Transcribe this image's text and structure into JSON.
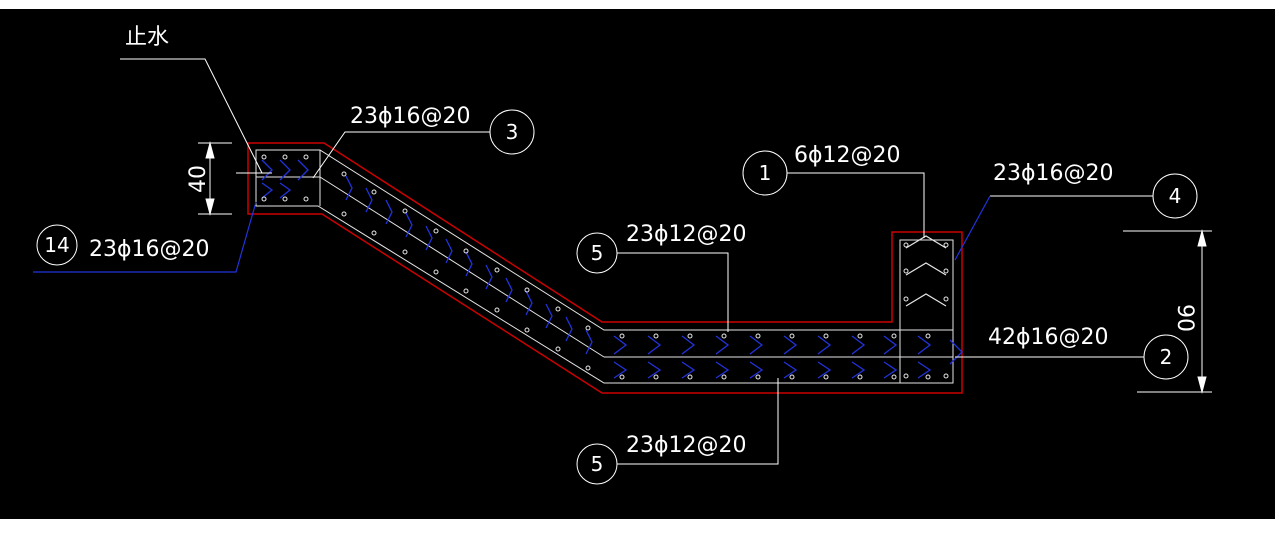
{
  "drawing": {
    "labels": {
      "waterstop": "止水",
      "dim_left": "40",
      "dim_right": "90",
      "callout_3_text": "23ϕ16@20",
      "callout_14_text": "23ϕ16@20",
      "callout_1_text": "6ϕ12@20",
      "callout_4_text": "23ϕ16@20",
      "callout_5_top_text": "23ϕ12@20",
      "callout_2_text": "42ϕ16@20",
      "callout_5_bottom_text": "23ϕ12@20"
    },
    "callouts": {
      "c3": "3",
      "c14": "14",
      "c1": "1",
      "c4": "4",
      "c5_top": "5",
      "c2": "2",
      "c5_bottom": "5"
    },
    "colors": {
      "background": "#000000",
      "outline": "#cc0000",
      "section": "#e6e6e6",
      "rebar": "#2233dd",
      "leader": "#ffffff",
      "leader_blue": "#2233dd"
    }
  }
}
